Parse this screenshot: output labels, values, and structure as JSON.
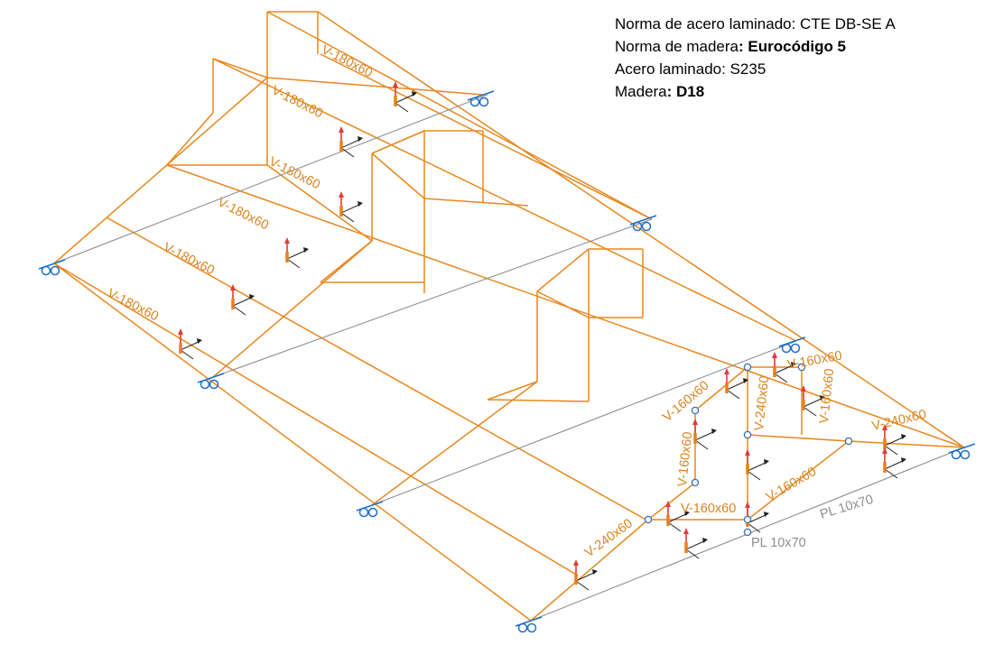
{
  "header": {
    "steel_norm": "Norma de acero laminado: CTE DB-SE A",
    "wood_norm_label": "Norma de madera",
    "wood_norm_value": ": Eurocódigo 5",
    "steel_material": "Acero laminado: S235",
    "wood_label": "Madera",
    "wood_value": ": D18"
  },
  "colors": {
    "wood": "#E8871E",
    "wood_label": "#D9841F",
    "steel": "#8E8E8E",
    "support": "#1E6FC8",
    "load_vertical": "#E53935",
    "load_axis": "#222222",
    "node": "#3A6FB0"
  },
  "labels": {
    "rafter_1": "V-180x60",
    "rafter_2": "V-180x60",
    "rafter_3": "V-180x60",
    "rafter_4": "V-180x60",
    "rafter_5": "V-180x60",
    "rafter_6": "V-180x60",
    "beam_240_right": "V-240x60",
    "beam_240_left": "V-240x60",
    "beam_160_top": "V-160x60",
    "beam_160_left_upper": "V-160x60",
    "beam_160_left_vertical": "V-160x60",
    "beam_160_right_vertical": "V-160x60",
    "beam_160_lower_diag": "V-160x60",
    "beam_160_bottom": "V-160x60",
    "beam_240_vertical": "V-240x60",
    "plate_1": "PL 10x70",
    "plate_2": "PL 10x70"
  },
  "icons": {
    "support": "roller-support-icon",
    "load": "local-axes-load-icon",
    "node": "node-icon"
  }
}
